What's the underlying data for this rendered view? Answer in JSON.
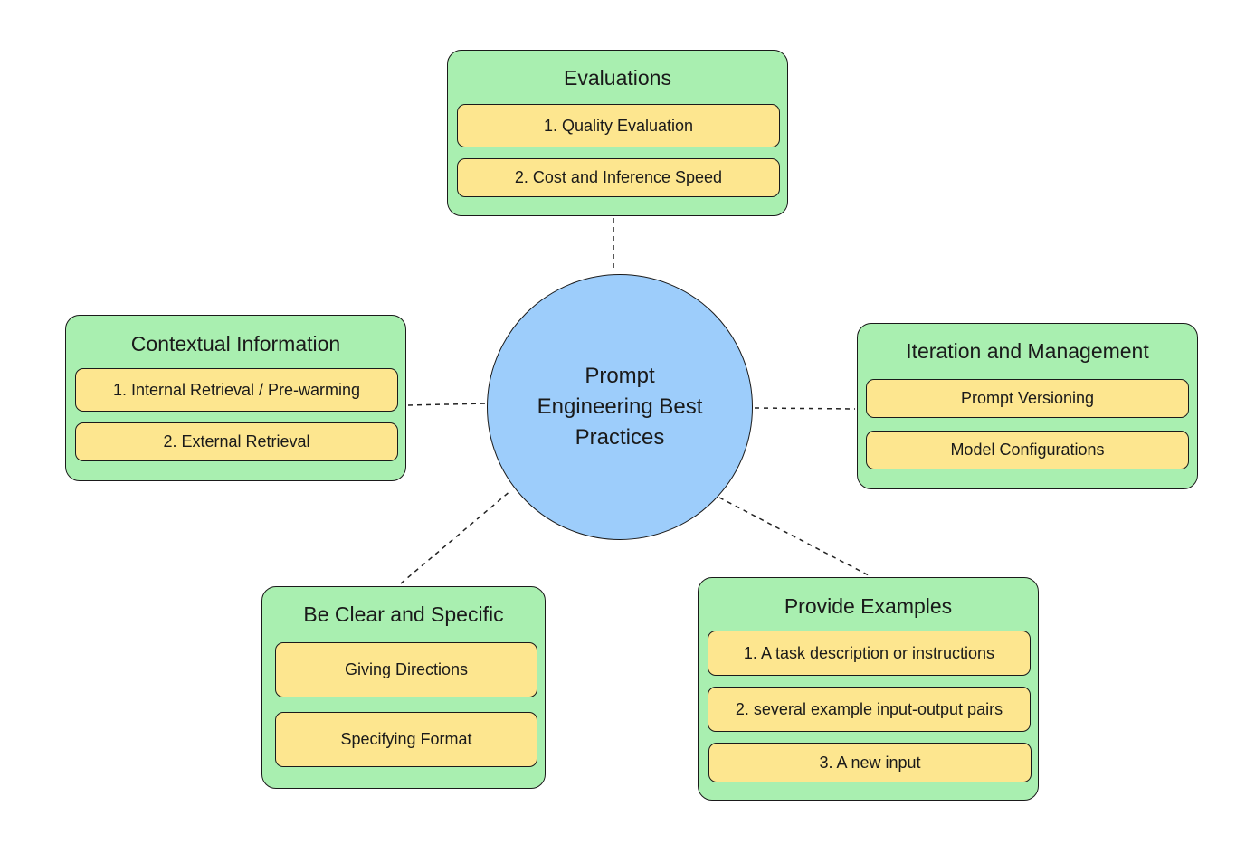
{
  "center": {
    "label": "Prompt Engineering Best Practices"
  },
  "topics": {
    "evaluations": {
      "title": "Evaluations",
      "items": [
        "1. Quality Evaluation",
        "2. Cost and Inference Speed"
      ]
    },
    "contextual": {
      "title": "Contextual Information",
      "items": [
        "1. Internal Retrieval / Pre-warming",
        "2. External Retrieval"
      ]
    },
    "iteration": {
      "title": "Iteration and Management",
      "items": [
        "Prompt Versioning",
        "Model Configurations"
      ]
    },
    "clear": {
      "title": "Be Clear and Specific",
      "items": [
        "Giving Directions",
        "Specifying Format"
      ]
    },
    "examples": {
      "title": "Provide Examples",
      "items": [
        "1. A task description or instructions",
        "2. several example input-output pairs",
        "3. A new input"
      ]
    }
  },
  "colors": {
    "center_fill": "#9dcdfb",
    "topic_fill": "#a9efb0",
    "item_fill": "#fde68f",
    "border": "#1a1a1a"
  }
}
